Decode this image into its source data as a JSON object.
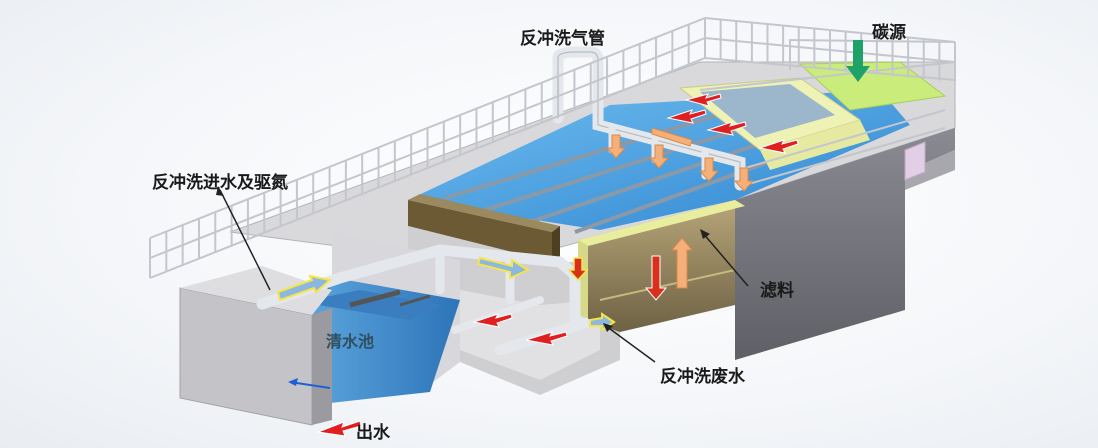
{
  "labels": {
    "backwash_air_pipe": "反冲洗气管",
    "carbon_source": "碳源",
    "backwash_inlet_denitrogen": "反冲洗进水及驱氮",
    "filter_media": "滤料",
    "clear_water_tank": "清水池",
    "backwash_waste_water": "反冲洗废水",
    "outlet_water": "出水"
  },
  "colors": {
    "water": "#4aa5e8",
    "water_dark": "#2f7fc9",
    "concrete": "#c9c9cc",
    "concrete_dark": "#8f8f93",
    "side_wall": "#6c6c72",
    "filter_media": "#8b7b5a",
    "yellow_green": "#eef2b4",
    "carbon_zone": "#c9ec7a",
    "arrow_red": "#e02020",
    "arrow_orange": "#f5a96a",
    "arrow_green": "#1fa16a",
    "arrow_blue": "#1f5fd6"
  }
}
